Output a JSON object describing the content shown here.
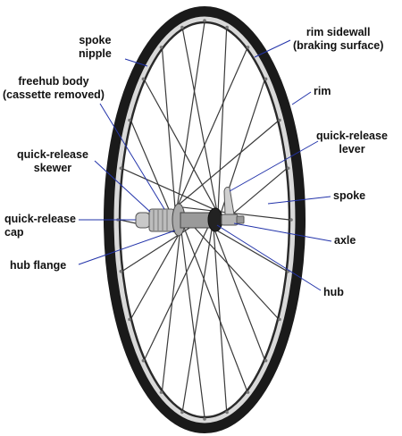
{
  "labels": {
    "spoke_nipple": [
      "spoke",
      "nipple"
    ],
    "rim_sidewall": [
      "rim sidewall",
      "(braking surface)"
    ],
    "freehub_body": [
      "freehub body",
      "(cassette removed)"
    ],
    "rim": [
      "rim"
    ],
    "qr_lever": [
      "quick-release",
      "lever"
    ],
    "qr_skewer": [
      "quick-release",
      "skewer"
    ],
    "spoke": [
      "spoke"
    ],
    "qr_cap": [
      "quick-release",
      "cap"
    ],
    "axle": [
      "axle"
    ],
    "hub_flange": [
      "hub flange"
    ],
    "hub": [
      "hub"
    ]
  },
  "colors": {
    "leader": "#2233aa",
    "rim_dark": "#1a1a1a",
    "rim_silver": "#d9d9d9",
    "spoke": "#3a3a3a",
    "hub_silver": "#b8b8b8",
    "label": "#111111"
  }
}
